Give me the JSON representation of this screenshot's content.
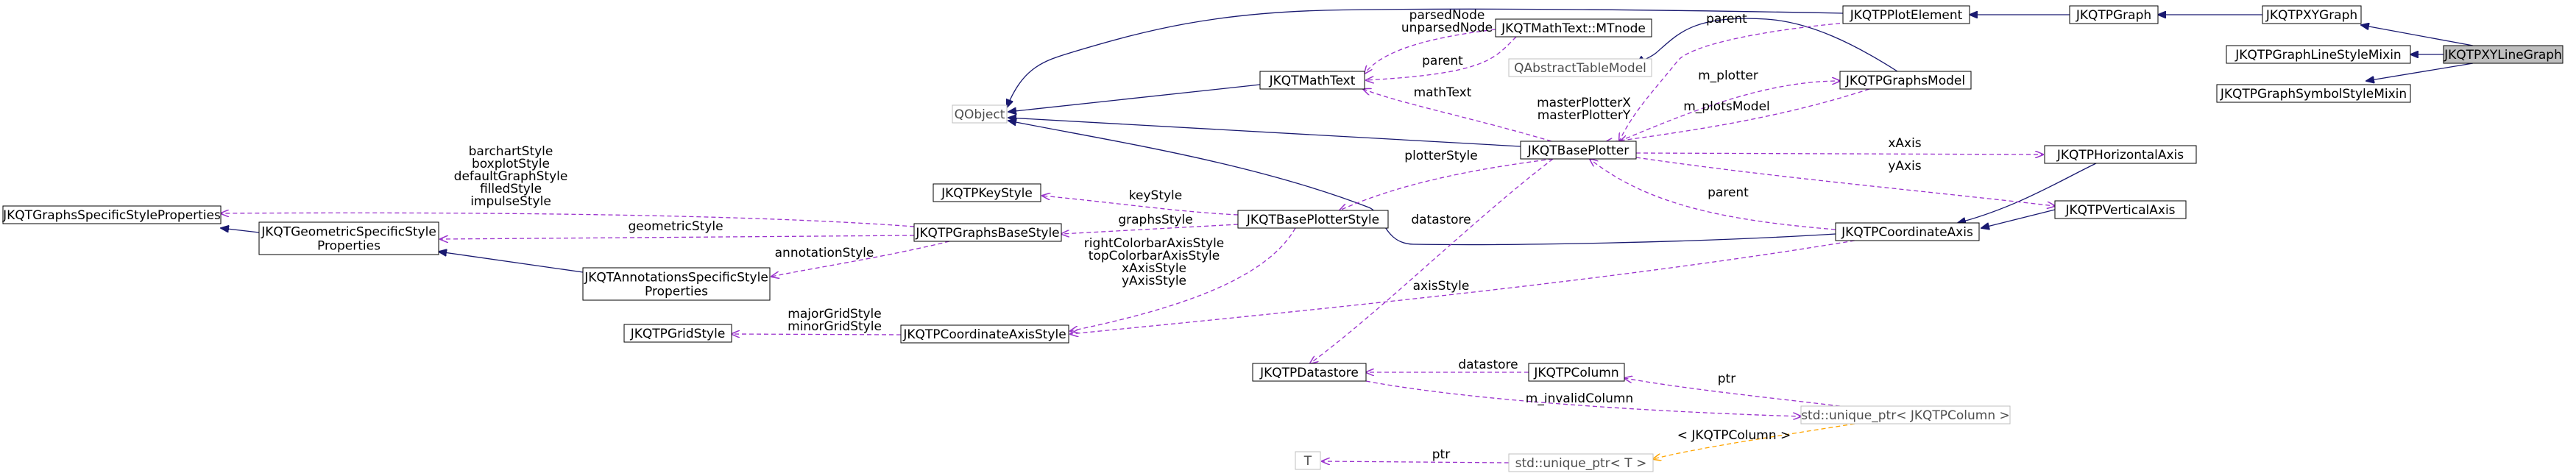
{
  "nodes": {
    "JKQTPXYLineGraph": {
      "label": "JKQTPXYLineGraph",
      "lines": [
        "JKQTPXYLineGraph"
      ],
      "highlight": true
    },
    "JKQTPXYGraph": {
      "label": "JKQTPXYGraph",
      "lines": [
        "JKQTPXYGraph"
      ]
    },
    "JKQTPGraph": {
      "label": "JKQTPGraph",
      "lines": [
        "JKQTPGraph"
      ]
    },
    "JKQTPPlotElement": {
      "label": "JKQTPPlotElement",
      "lines": [
        "JKQTPPlotElement"
      ]
    },
    "JKQTPGraphLineStyleMixin": {
      "label": "JKQTPGraphLineStyleMixin",
      "lines": [
        "JKQTPGraphLineStyleMixin"
      ]
    },
    "JKQTPGraphSymbolStyleMixin": {
      "label": "JKQTPGraphSymbolStyleMixin",
      "lines": [
        "JKQTPGraphSymbolStyleMixin"
      ]
    },
    "QObject": {
      "label": "QObject",
      "lines": [
        "QObject"
      ],
      "grey": true
    },
    "JKQTMathTextMTnode": {
      "label": "JKQTMathText::MTnode",
      "lines": [
        "JKQTMathText::MTnode"
      ]
    },
    "QAbstractTableModel": {
      "label": "QAbstractTableModel",
      "lines": [
        "QAbstractTableModel"
      ],
      "grey": true
    },
    "JKQTMathText": {
      "label": "JKQTMathText",
      "lines": [
        "JKQTMathText"
      ]
    },
    "JKQTPGraphsModel": {
      "label": "JKQTPGraphsModel",
      "lines": [
        "JKQTPGraphsModel"
      ]
    },
    "JKQTBasePlotter": {
      "label": "JKQTBasePlotter",
      "lines": [
        "JKQTBasePlotter"
      ]
    },
    "JKQTPHorizontalAxis": {
      "label": "JKQTPHorizontalAxis",
      "lines": [
        "JKQTPHorizontalAxis"
      ]
    },
    "JKQTPVerticalAxis": {
      "label": "JKQTPVerticalAxis",
      "lines": [
        "JKQTPVerticalAxis"
      ]
    },
    "JKQTPCoordinateAxis": {
      "label": "JKQTPCoordinateAxis",
      "lines": [
        "JKQTPCoordinateAxis"
      ]
    },
    "JKQTBasePlotterStyle": {
      "label": "JKQTBasePlotterStyle",
      "lines": [
        "JKQTBasePlotterStyle"
      ]
    },
    "JKQTPKeyStyle": {
      "label": "JKQTPKeyStyle",
      "lines": [
        "JKQTPKeyStyle"
      ]
    },
    "JKQTGraphsSpecificStyleProperties": {
      "label": "JKQTGraphsSpecificStyleProperties",
      "lines": [
        "JKQTGraphsSpecificStyleProperties"
      ]
    },
    "JKQTGeometricSpecificStyleProperties": {
      "label": "JKQTGeometricSpecificStyleProperties",
      "lines": [
        "JKQTGeometricSpecificStyle",
        "Properties"
      ]
    },
    "JKQTPGraphsBaseStyle": {
      "label": "JKQTPGraphsBaseStyle",
      "lines": [
        "JKQTPGraphsBaseStyle"
      ]
    },
    "JKQTAnnotationsSpecificStyleProperties": {
      "label": "JKQTAnnotationsSpecificStyleProperties",
      "lines": [
        "JKQTAnnotationsSpecificStyle",
        "Properties"
      ]
    },
    "JKQTPGridStyle": {
      "label": "JKQTPGridStyle",
      "lines": [
        "JKQTPGridStyle"
      ]
    },
    "JKQTPCoordinateAxisStyle": {
      "label": "JKQTPCoordinateAxisStyle",
      "lines": [
        "JKQTPCoordinateAxisStyle"
      ]
    },
    "JKQTPDatastore": {
      "label": "JKQTPDatastore",
      "lines": [
        "JKQTPDatastore"
      ]
    },
    "JKQTPColumn": {
      "label": "JKQTPColumn",
      "lines": [
        "JKQTPColumn"
      ]
    },
    "UniquePtrJKQTPColumn": {
      "label": "std::unique_ptr< JKQTPColumn >",
      "lines": [
        "std::unique_ptr< JKQTPColumn >"
      ],
      "grey": true
    },
    "T": {
      "label": "T",
      "lines": [
        "T"
      ],
      "grey": true
    },
    "UniquePtrT": {
      "label": "std::unique_ptr< T >",
      "lines": [
        "std::unique_ptr< T >"
      ],
      "grey": true
    }
  },
  "edge_labels": {
    "parsedNode": [
      "parsedNode",
      "unparsedNode"
    ],
    "mathtext_parent": [
      "parent"
    ],
    "plotelement_parent": [
      "parent"
    ],
    "mathText": [
      "mathText"
    ],
    "m_plotter": [
      "m_plotter"
    ],
    "masterPlotter": [
      "masterPlotterX",
      "masterPlotterY"
    ],
    "m_plotsModel": [
      "m_plotsModel"
    ],
    "xAxis": [
      "xAxis"
    ],
    "yAxis": [
      "yAxis"
    ],
    "axis_parent": [
      "parent"
    ],
    "plotterStyle": [
      "plotterStyle"
    ],
    "keyStyle": [
      "keyStyle"
    ],
    "graphsStyle": [
      "graphsStyle"
    ],
    "styleProps": [
      "barchartStyle",
      "boxplotStyle",
      "defaultGraphStyle",
      "filledStyle",
      "impulseStyle"
    ],
    "geometricStyle": [
      "geometricStyle"
    ],
    "annotationStyle": [
      "annotationStyle"
    ],
    "datastore_plotter": [
      "datastore"
    ],
    "axisStyles": [
      "rightColorbarAxisStyle",
      "topColorbarAxisStyle",
      "xAxisStyle",
      "yAxisStyle"
    ],
    "gridStyles": [
      "majorGridStyle",
      "minorGridStyle"
    ],
    "axisStyle": [
      "axisStyle"
    ],
    "datastore_column": [
      "datastore"
    ],
    "ptr_column": [
      "ptr"
    ],
    "m_invalidColumn": [
      "m_invalidColumn"
    ],
    "template_arg": [
      "< JKQTPColumn >"
    ],
    "ptr_t": [
      "ptr"
    ]
  },
  "colors": {
    "inheritance": "#191970",
    "usage": "#9a32cd",
    "template": "#ffa500",
    "node_border": "#000000",
    "node_border_grey": "#bfbfbf",
    "node_fill": "#ffffff",
    "highlight_fill": "#bfbfbf",
    "grey_text": "#4d4d4d"
  }
}
